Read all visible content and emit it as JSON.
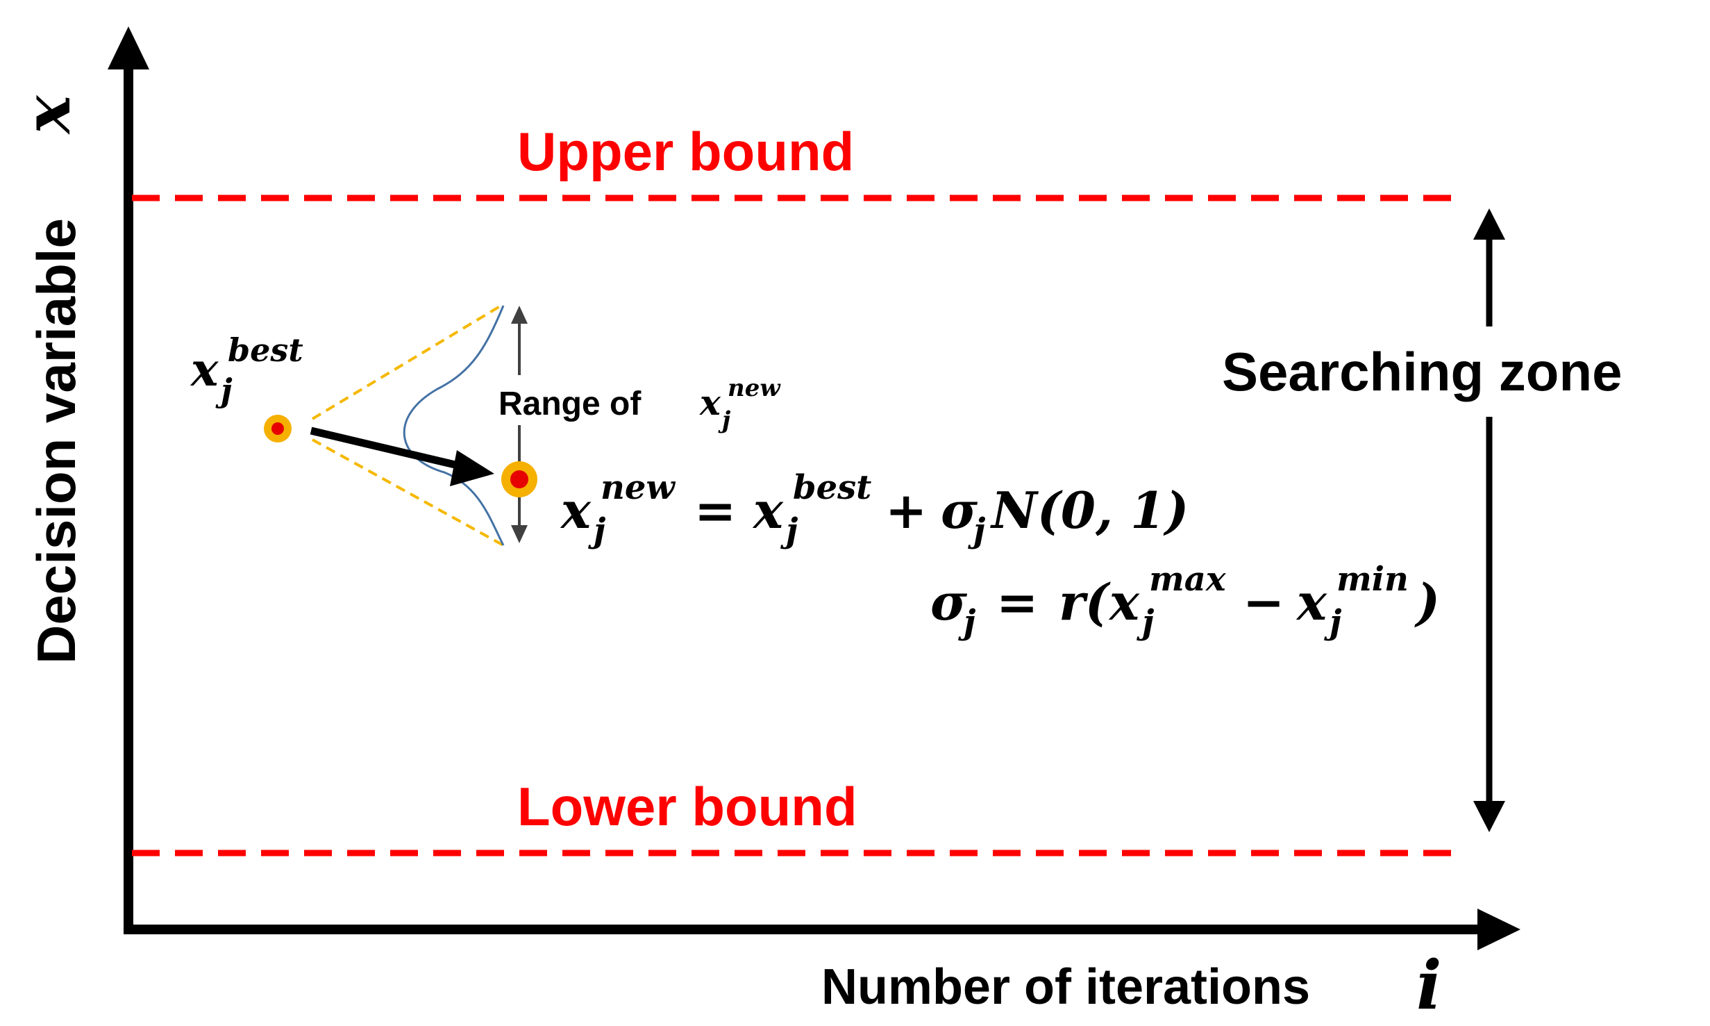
{
  "axes": {
    "y_label": "Decision variable",
    "y_symbol": "x",
    "x_label": "Number of iterations",
    "x_symbol": "i"
  },
  "bounds": {
    "upper_label": "Upper bound",
    "lower_label": "Lower bound",
    "color": "#ff0000"
  },
  "zone": {
    "label": "Searching zone"
  },
  "points": {
    "best": {
      "base": "x",
      "sub": "j",
      "sup": "best"
    },
    "marker_fill": "#e60000",
    "marker_ring": "#f5b000"
  },
  "range": {
    "prefix": "Range of",
    "base": "x",
    "sub": "j",
    "sup": "new"
  },
  "formula1": {
    "lhs_base": "x",
    "lhs_sub": "j",
    "lhs_sup": "new",
    "eq": "=",
    "rhs1_base": "x",
    "rhs1_sub": "j",
    "rhs1_sup": "best",
    "plus": "+",
    "sigma": "σ",
    "sigma_sub": "j",
    "normal": "N(0, 1)"
  },
  "formula2": {
    "sigma": "σ",
    "sigma_sub": "j",
    "eq": "=",
    "r_open": "r(",
    "max_base": "x",
    "max_sub": "j",
    "max_sup": "max",
    "minus": "−",
    "min_base": "x",
    "min_sub": "j",
    "min_sup": "min",
    "close": ")"
  },
  "colors": {
    "dashed_cone": "#f5b800",
    "curve": "#4472a4",
    "axis": "#000000"
  }
}
